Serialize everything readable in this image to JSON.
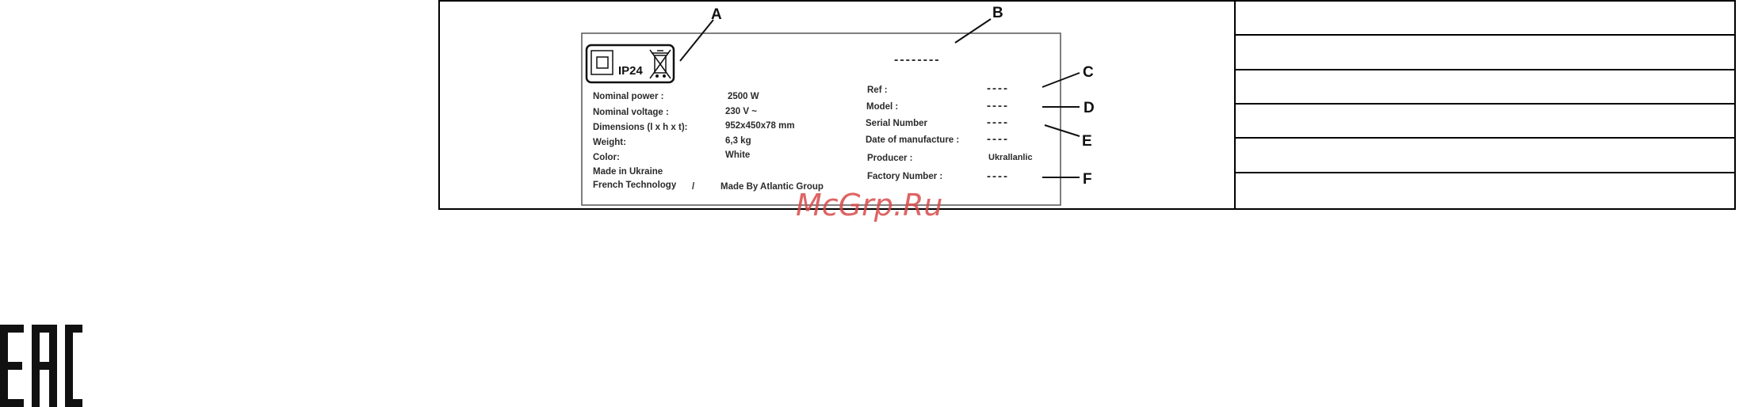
{
  "callouts": {
    "a": "A",
    "b": "B",
    "c": "C",
    "d": "D",
    "e": "E",
    "f": "F"
  },
  "plate": {
    "ip_rating": "IP24",
    "left_labels": [
      "Nominal power :",
      "Nominal voltage :",
      "Dimensions (l x h x t):",
      "Weight:",
      "Color:",
      "Made in Ukraine",
      "French Technology"
    ],
    "left_values": [
      "2500 W",
      "230 V ~",
      "952x450x78 mm",
      "6,3 kg",
      "White"
    ],
    "separator": "/",
    "made_by": "Made By Atlantic Group",
    "title_placeholder": "--------",
    "right_labels": [
      "Ref :",
      "Model :",
      "Serial Number",
      "Date of manufacture :",
      "Producer :",
      "Factory Number  :"
    ],
    "right_values": [
      "----",
      "----",
      "----",
      "----",
      "Ukrallanlic",
      "----"
    ]
  },
  "watermark": "McGrp.Ru",
  "certification_mark": "EAC",
  "colors": {
    "watermark": "#d94a4a",
    "lines": "#000000"
  },
  "icons": {
    "double_insulation": "square-in-square-icon",
    "weee": "crossed-bin-icon"
  }
}
